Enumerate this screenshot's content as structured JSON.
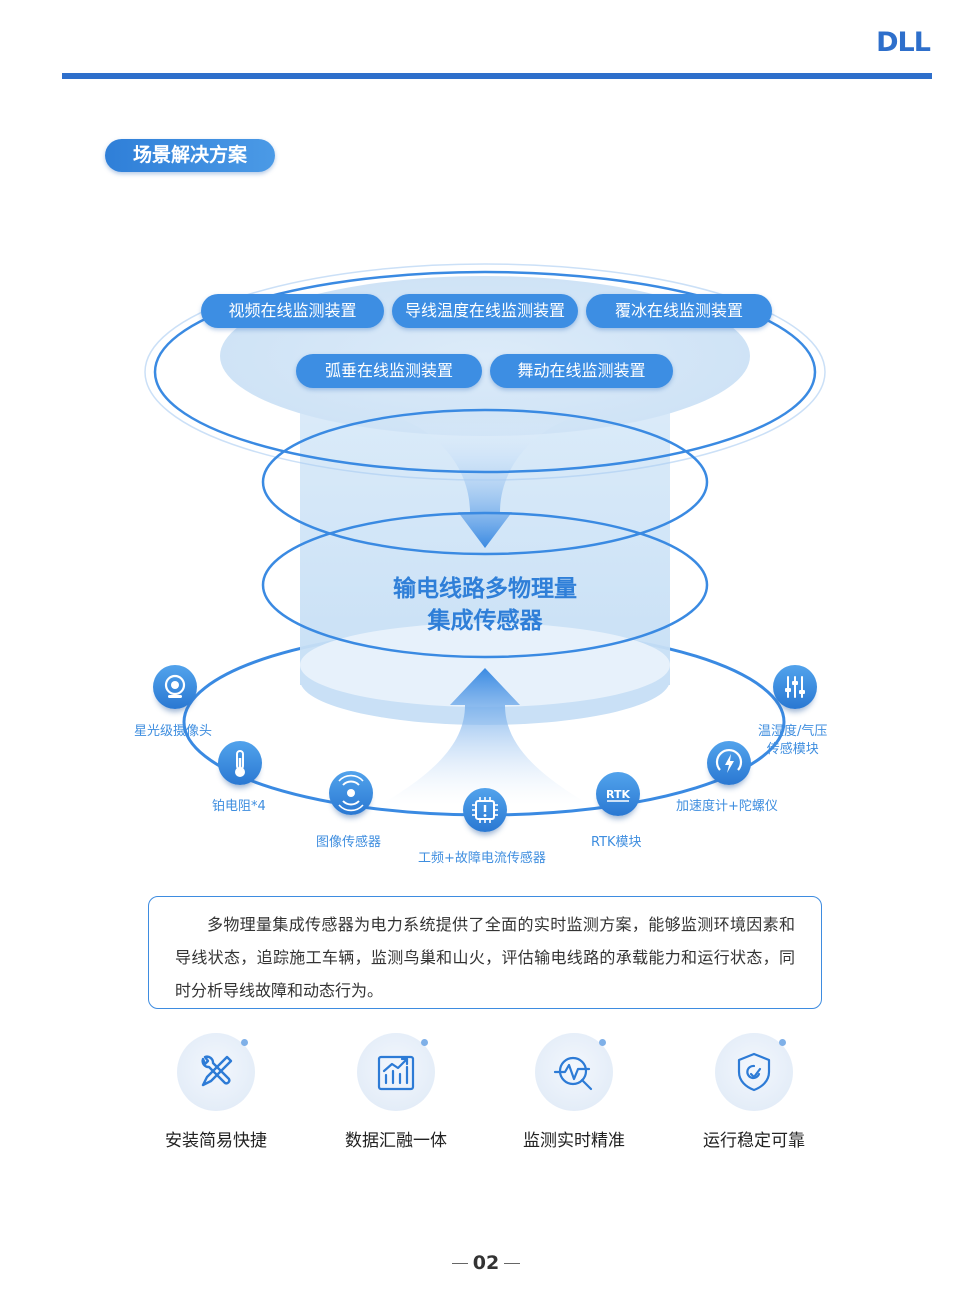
{
  "brand": {
    "logo_text": "DLL",
    "color": "#2e6fcb"
  },
  "section_title": "场景解决方案",
  "devices": [
    "视频在线监测装置",
    "导线温度在线监测装置",
    "覆冰在线监测装置",
    "弧垂在线监测装置",
    "舞动在线监测装置"
  ],
  "core": {
    "line1": "输电线路多物理量",
    "line2": "集成传感器"
  },
  "sensors": [
    {
      "label": "星光级摄像头",
      "icon": "camera-icon"
    },
    {
      "label": "铂电阻*4",
      "icon": "thermometer-icon"
    },
    {
      "label": "图像传感器",
      "icon": "image-sensor-icon"
    },
    {
      "label": "工频+故障电流传感器",
      "icon": "chip-icon"
    },
    {
      "label": "RTK模块",
      "icon": "rtk-icon",
      "icon_text": "RTK"
    },
    {
      "label": "加速度计+陀螺仪",
      "icon": "lightning-gauge-icon"
    },
    {
      "label_line1": "温湿度/气压",
      "label_line2": "传感模块",
      "icon": "sliders-icon"
    }
  ],
  "description": "多物理量集成传感器为电力系统提供了全面的实时监测方案，能够监测环境因素和导线状态，追踪施工车辆，监测鸟巢和山火，评估输电线路的承载能力和运行状态，同时分析导线故障和动态行为。",
  "features": [
    {
      "label": "安装简易快捷",
      "icon": "tools-icon"
    },
    {
      "label": "数据汇融一体",
      "icon": "chart-icon"
    },
    {
      "label": "监测实时精准",
      "icon": "monitor-icon"
    },
    {
      "label": "运行稳定可靠",
      "icon": "shield-icon"
    }
  ],
  "page_number": "02",
  "colors": {
    "accent": "#3d8ee3",
    "light": "#dbeaf8"
  }
}
